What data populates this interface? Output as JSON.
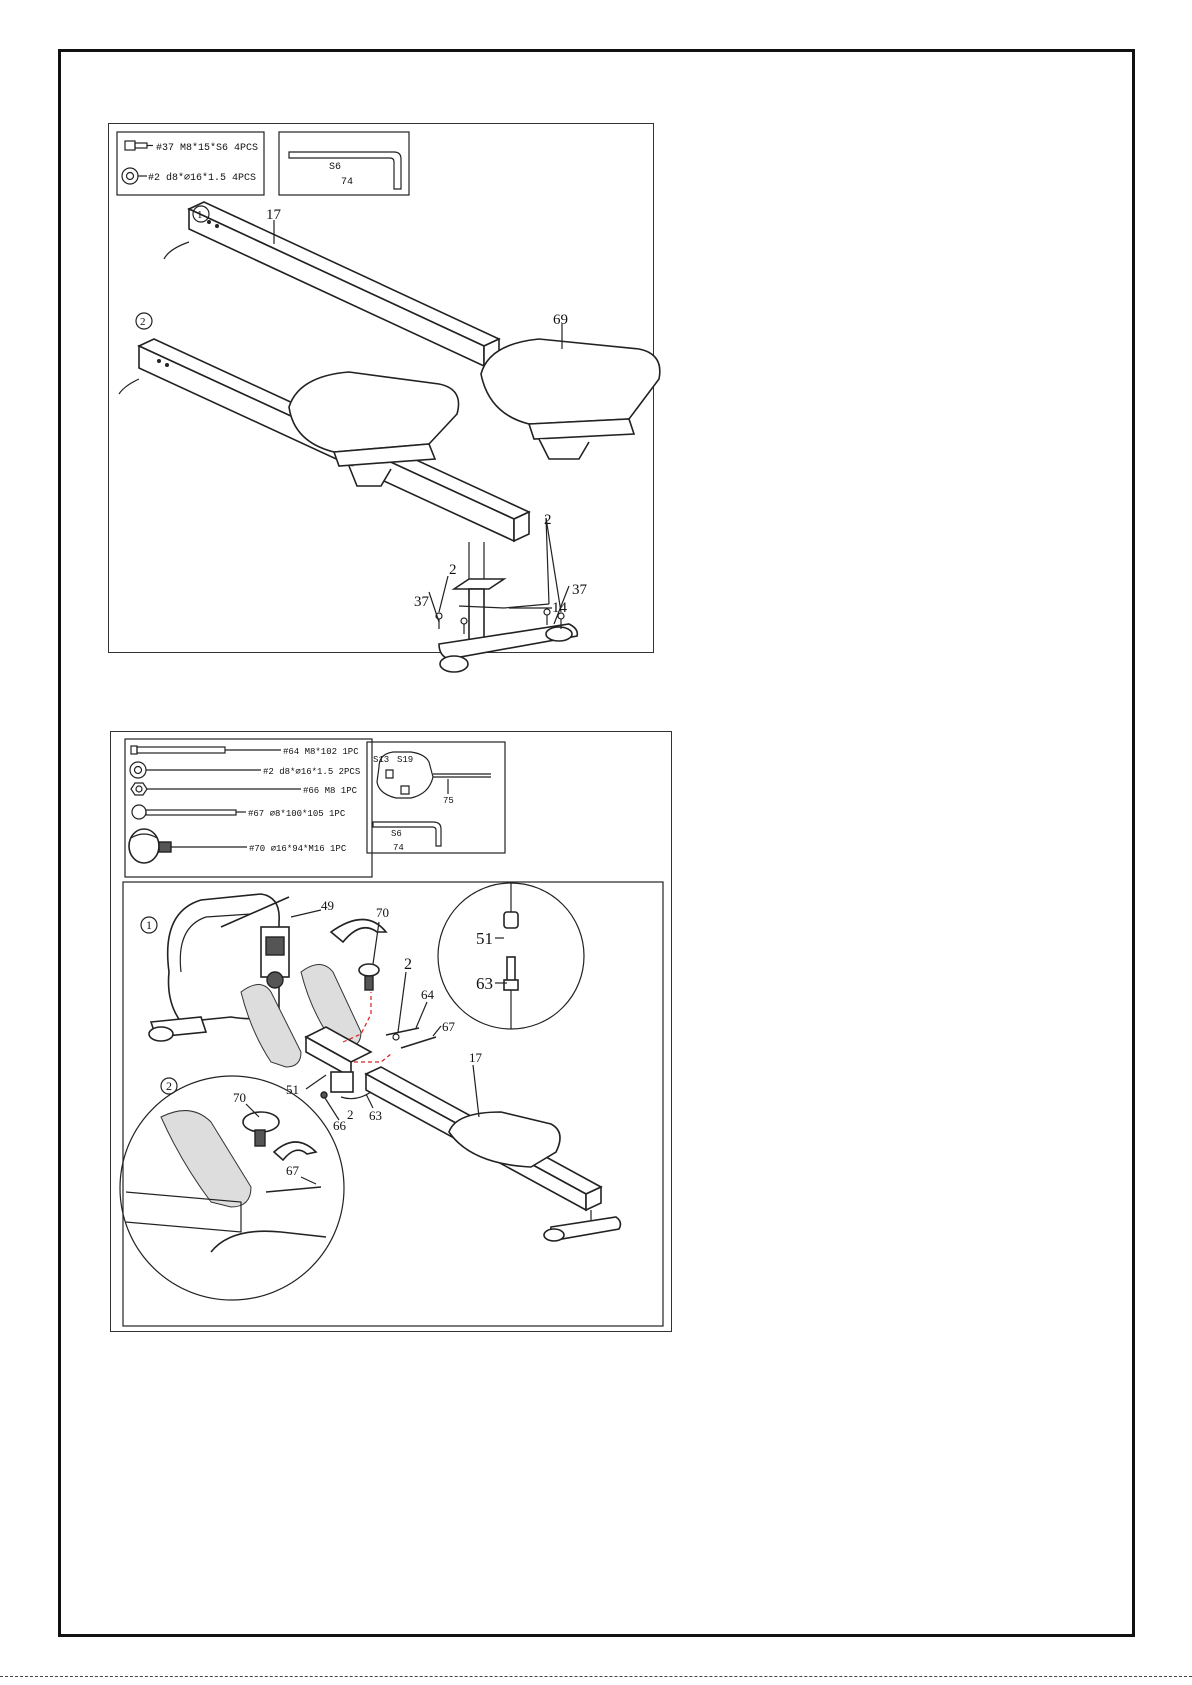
{
  "step1": {
    "hardware": [
      {
        "icon": "bolt-icon",
        "text": "#37 M8*15*S6 4PCS"
      },
      {
        "icon": "washer-icon",
        "text": "#2 d8*∅16*1.5 4PCS"
      }
    ],
    "tool": {
      "icon": "hex-key-icon",
      "size": "S6",
      "part": "74"
    },
    "callouts": {
      "step_a": "1",
      "step_b": "2",
      "rail": "17",
      "seat": "69",
      "washer_r": "2",
      "washer_l": "2",
      "bolt_l": "37",
      "bolt_r": "37",
      "stabilizer": "14"
    }
  },
  "step2": {
    "hardware": [
      {
        "icon": "bolt-long-icon",
        "text": "#64 M8*102 1PC"
      },
      {
        "icon": "washer-icon",
        "text": "#2 d8*∅16*1.5 2PCS"
      },
      {
        "icon": "nut-icon",
        "text": "#66 M8 1PC"
      },
      {
        "icon": "pin-icon",
        "text": "#67 ∅8*100*105 1PC"
      },
      {
        "icon": "knob-icon",
        "text": "#70 ∅16*94*M16 1PC"
      }
    ],
    "tools": {
      "wrench_sizes": [
        "S13",
        "S19"
      ],
      "wrench_part": "75",
      "hex_size": "S6",
      "hex_part": "74"
    },
    "callouts": {
      "step_a": "1",
      "step_b": "2",
      "handle": "49",
      "knob": "70",
      "washer": "2",
      "bolt": "64",
      "pin": "67",
      "rail": "17",
      "cable_a": "51",
      "nut": "66",
      "washer_b": "2",
      "cable_b": "63",
      "detail_knob": "70",
      "detail_pin": "67",
      "zoom_a": "51",
      "zoom_b": "63"
    }
  }
}
